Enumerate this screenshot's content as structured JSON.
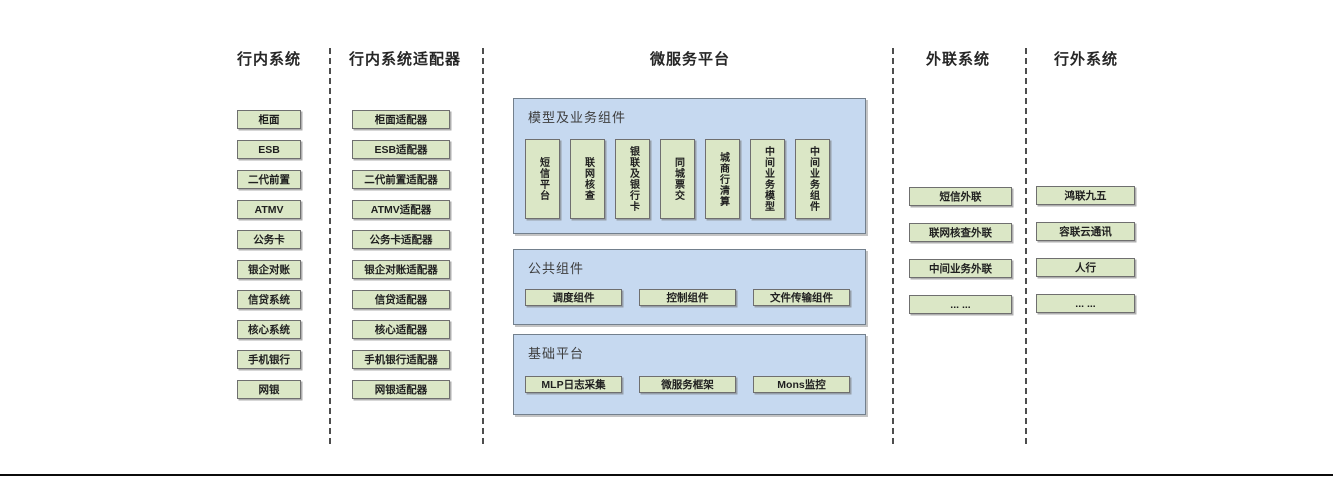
{
  "page": {
    "colors": {
      "box_fill": "#dbe7c6",
      "box_border": "#6f6f6f",
      "panel_fill": "#c6d9f0",
      "panel_border": "#73808d",
      "separator": "#4d4d4d",
      "bottom_rule": "#0b0b0b"
    },
    "columns": [
      {
        "id": "inbank-systems",
        "title": "行内系统",
        "items": [
          "柜面",
          "ESB",
          "二代前置",
          "ATMV",
          "公务卡",
          "银企对账",
          "信贷系统",
          "核心系统",
          "手机银行",
          "网银"
        ]
      },
      {
        "id": "inbank-adapters",
        "title": "行内系统适配器",
        "items": [
          "柜面适配器",
          "ESB适配器",
          "二代前置适配器",
          "ATMV适配器",
          "公务卡适配器",
          "银企对账适配器",
          "信贷适配器",
          "核心适配器",
          "手机银行适配器",
          "网银适配器"
        ]
      },
      {
        "id": "microservice-platform",
        "title": "微服务平台",
        "sections": [
          {
            "label": "模型及业务组件",
            "orientation": "vertical",
            "items": [
              "短信平台",
              "联网核查",
              "银联及银行卡",
              "同城票交",
              "城商行清算",
              "中间业务模型",
              "中间业务组件"
            ]
          },
          {
            "label": "公共组件",
            "orientation": "horizontal",
            "items": [
              "调度组件",
              "控制组件",
              "文件传输组件"
            ]
          },
          {
            "label": "基础平台",
            "orientation": "horizontal",
            "items": [
              "MLP日志采集",
              "微服务框架",
              "Mons监控"
            ]
          }
        ]
      },
      {
        "id": "external-link-systems",
        "title": "外联系统",
        "items": [
          "短信外联",
          "联网核查外联",
          "中间业务外联",
          "... ..."
        ]
      },
      {
        "id": "outside-bank-systems",
        "title": "行外系统",
        "items": [
          "鸿联九五",
          "容联云通讯",
          "人行",
          "... ..."
        ]
      }
    ]
  }
}
